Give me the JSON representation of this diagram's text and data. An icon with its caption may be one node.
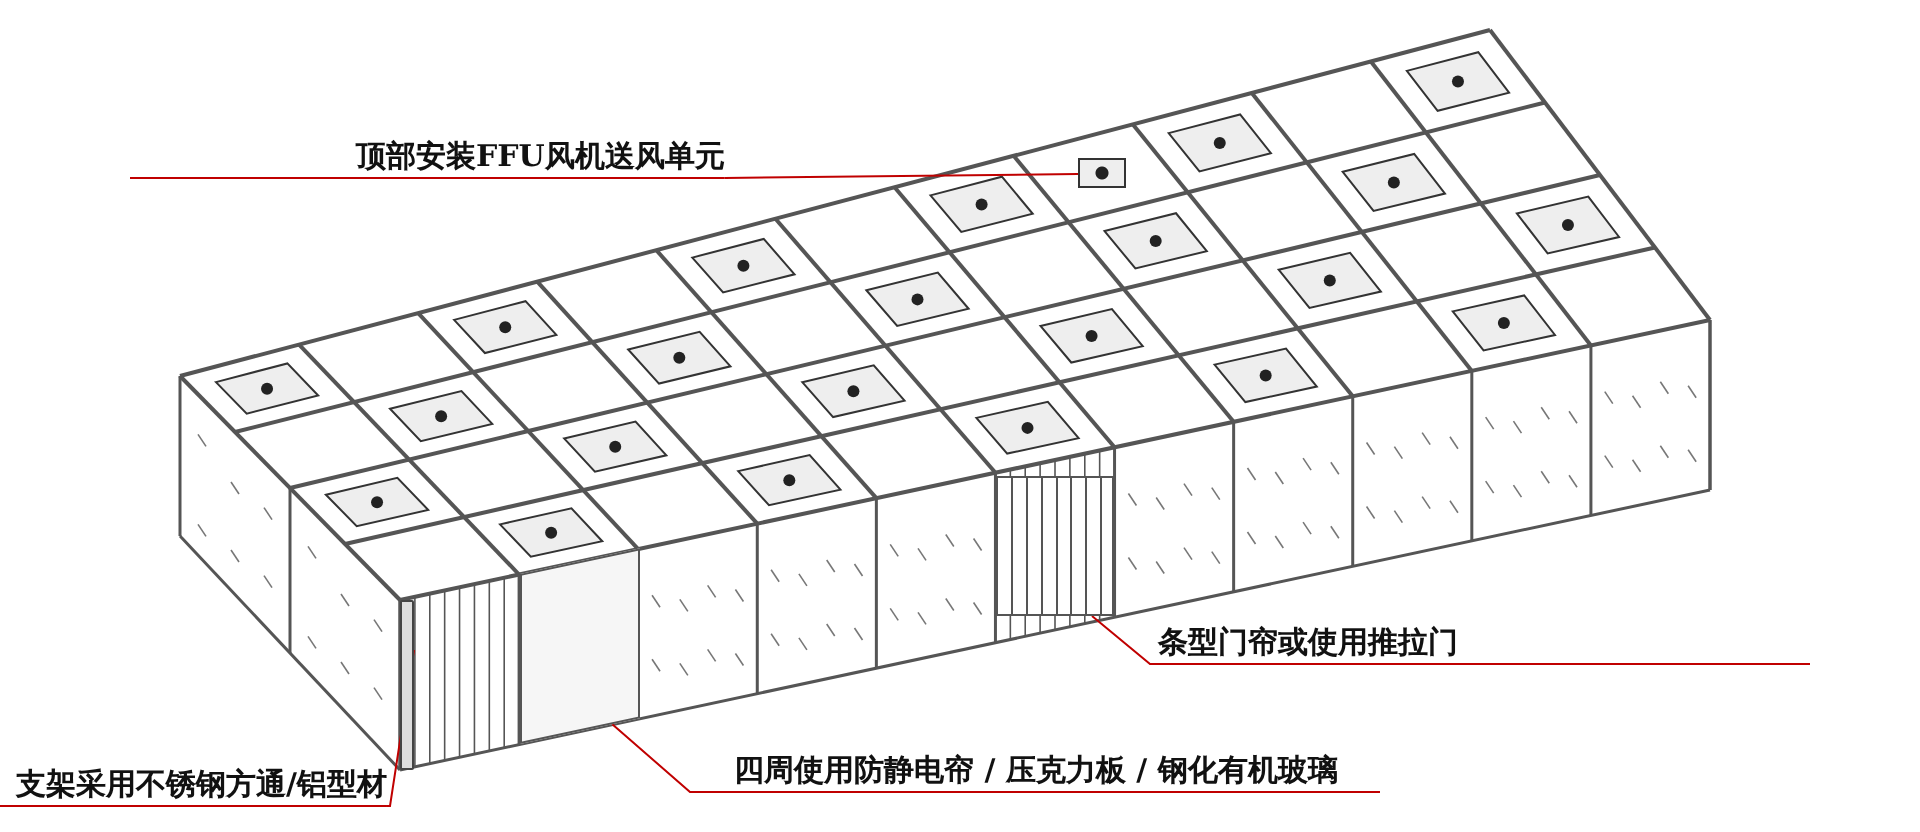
{
  "diagram": {
    "nodes": [
      {
        "text": [
          "顶部安装FFU风机送风单元"
        ]
      },
      {
        "text": [
          "条型门帘或使用推拉门"
        ]
      },
      {
        "text": [
          "支架采用不锈钢方通/铝型材"
        ]
      },
      {
        "text": [
          "四周使用防静电帘 / 压克力板 / 钢化有机玻璃"
        ]
      },
      {
        "text": [],
        "shape": "box"
      },
      {
        "text": [],
        "shape": "box"
      },
      {
        "text": [],
        "shape": "bar"
      },
      {
        "text": [],
        "shape": "box"
      }
    ],
    "edges": [
      {
        "from": 0,
        "to": 4,
        "arrow": "none"
      },
      {
        "from": 1,
        "to": 5,
        "arrow": "none"
      },
      {
        "from": 2,
        "to": 6,
        "arrow": "none"
      },
      {
        "from": 3,
        "to": 7,
        "arrow": "none"
      }
    ]
  }
}
